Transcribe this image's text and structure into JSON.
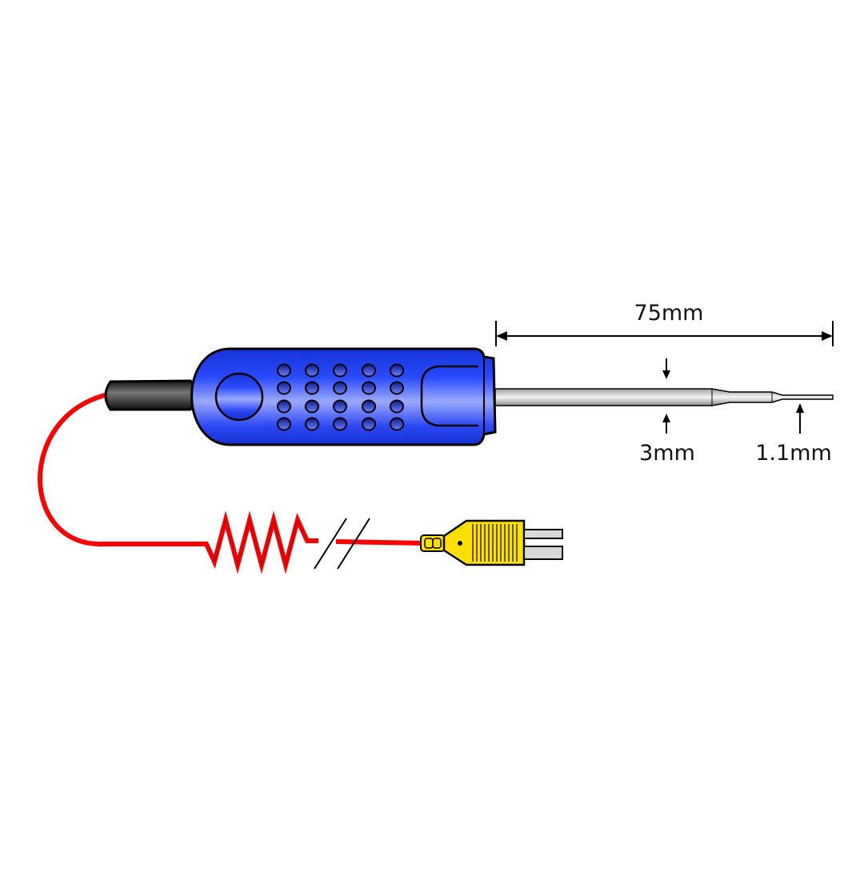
{
  "dimensions": {
    "probe_length": "75mm",
    "shaft_diameter": "3mm",
    "tip_diameter": "1.1mm"
  },
  "colors": {
    "handle": "#1f3fe0",
    "handle_highlight": "#8ea0ff",
    "cable": "#ff0000",
    "connector": "#ffe000",
    "strain_relief": "#222222",
    "outline": "#000000"
  }
}
